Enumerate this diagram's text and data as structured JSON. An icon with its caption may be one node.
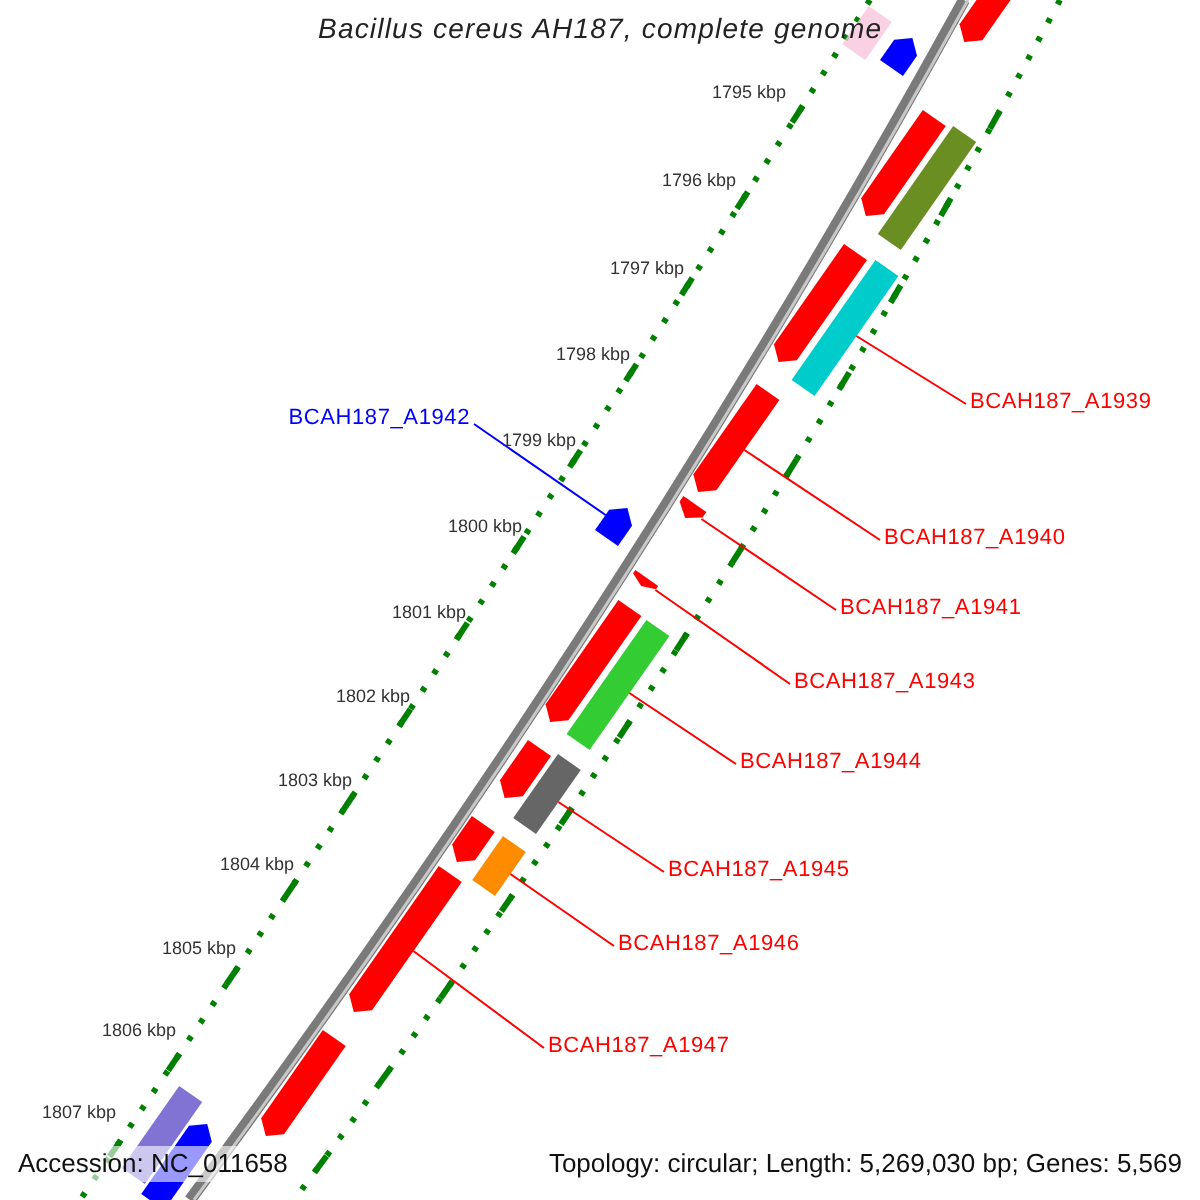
{
  "diagram": {
    "title": "Bacillus cereus AH187, complete genome",
    "nodes": [
      {
        "text": [
          "BCAH187_A1939"
        ]
      },
      {
        "text": [
          "BCAH187_A1942"
        ]
      },
      {
        "text": [
          "BCAH187_A1940"
        ]
      },
      {
        "text": [
          "BCAH187_A1941"
        ]
      },
      {
        "text": [
          "BCAH187_A1943"
        ]
      },
      {
        "text": [
          "BCAH187_A1944"
        ]
      },
      {
        "text": [
          "BCAH187_A1945"
        ]
      },
      {
        "text": [
          "BCAH187_A1946"
        ]
      },
      {
        "text": [
          "BCAH187_A1947"
        ]
      },
      {
        "text": [],
        "shape": "bar"
      },
      {
        "text": [],
        "shape": "bar"
      },
      {
        "text": [],
        "shape": "bar"
      },
      {
        "text": [],
        "shape": "bar"
      },
      {
        "text": [],
        "shape": "bar"
      },
      {
        "text": [],
        "shape": "bar"
      },
      {
        "text": [],
        "shape": "bar"
      },
      {
        "text": [],
        "shape": "bar"
      },
      {
        "text": [],
        "shape": "bar"
      },
      {
        "text": [],
        "shape": "bar"
      },
      {
        "text": [],
        "shape": "bar"
      },
      {
        "text": [],
        "shape": "bar"
      },
      {
        "text": [],
        "shape": "bar"
      },
      {
        "text": [],
        "shape": "bar"
      },
      {
        "text": [],
        "shape": "bar"
      },
      {
        "text": [],
        "shape": "bar"
      },
      {
        "text": [],
        "shape": "bar"
      },
      {
        "text": [],
        "shape": "bar"
      },
      {
        "text": [],
        "shape": "bar"
      },
      {
        "text": [],
        "shape": "bar"
      },
      {
        "text": [],
        "shape": "bar"
      }
    ],
    "edges": [
      {
        "from": 0,
        "to": 15,
        "arrow": "none"
      },
      {
        "from": 1,
        "to": 18,
        "arrow": "none",
        "color": "#0000ff"
      },
      {
        "from": 2,
        "to": 16,
        "arrow": "none"
      },
      {
        "from": 3,
        "to": 17,
        "arrow": "none"
      },
      {
        "from": 4,
        "to": 19,
        "arrow": "none"
      },
      {
        "from": 5,
        "to": 21,
        "arrow": "none"
      },
      {
        "from": 6,
        "to": 23,
        "arrow": "none"
      },
      {
        "from": 7,
        "to": 25,
        "arrow": "none"
      },
      {
        "from": 8,
        "to": 26,
        "arrow": "none"
      }
    ],
    "labels": [
      "1795 kbp",
      "1796 kbp",
      "1797 kbp",
      "1798 kbp",
      "1799 kbp",
      "1800 kbp",
      "1801 kbp",
      "1802 kbp",
      "1803 kbp",
      "1804 kbp",
      "1805 kbp",
      "1806 kbp",
      "1807 kbp",
      "Accession: NC_011658",
      "Topology: circular; Length: 5,269,030 bp; Genes: 5,569"
    ]
  }
}
